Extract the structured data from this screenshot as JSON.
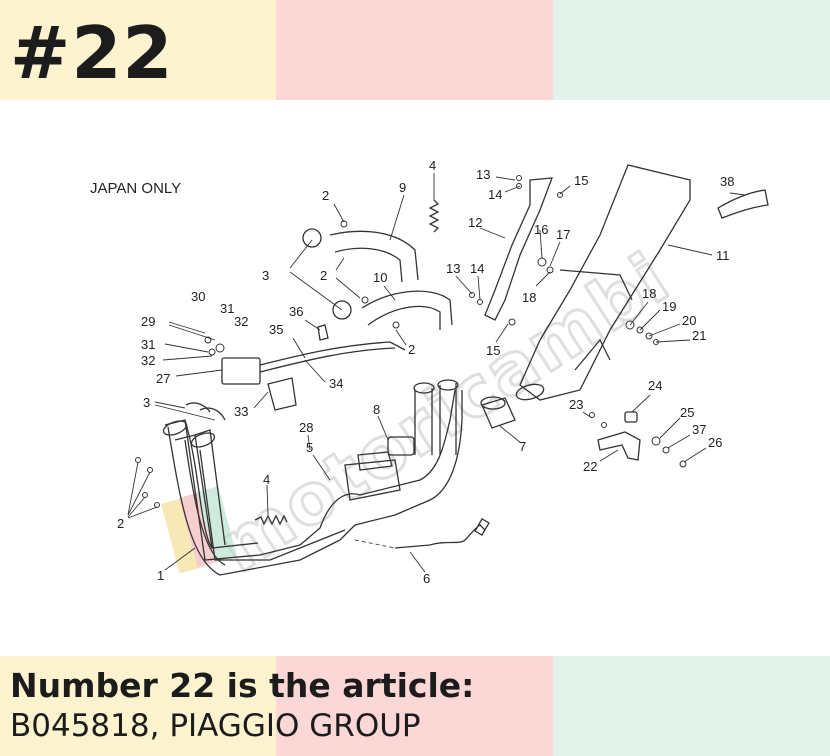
{
  "header": {
    "number_label": "#22"
  },
  "diagram": {
    "note": "JAPAN ONLY",
    "watermark": "motoricambi",
    "callouts": [
      {
        "id": "c4a",
        "label": "4"
      },
      {
        "id": "c13a",
        "label": "13"
      },
      {
        "id": "c14a",
        "label": "14"
      },
      {
        "id": "c15a",
        "label": "15"
      },
      {
        "id": "c38",
        "label": "38"
      },
      {
        "id": "c2a",
        "label": "2"
      },
      {
        "id": "c9",
        "label": "9"
      },
      {
        "id": "c12",
        "label": "12"
      },
      {
        "id": "c16",
        "label": "16"
      },
      {
        "id": "c17",
        "label": "17"
      },
      {
        "id": "c11",
        "label": "11"
      },
      {
        "id": "c3a",
        "label": "3"
      },
      {
        "id": "c2b",
        "label": "2"
      },
      {
        "id": "c10",
        "label": "10"
      },
      {
        "id": "c13b",
        "label": "13"
      },
      {
        "id": "c14b",
        "label": "14"
      },
      {
        "id": "c18a",
        "label": "18"
      },
      {
        "id": "c18b",
        "label": "18"
      },
      {
        "id": "c19",
        "label": "19"
      },
      {
        "id": "c20",
        "label": "20"
      },
      {
        "id": "c21",
        "label": "21"
      },
      {
        "id": "c30",
        "label": "30"
      },
      {
        "id": "c31a",
        "label": "31"
      },
      {
        "id": "c32a",
        "label": "32"
      },
      {
        "id": "c29",
        "label": "29"
      },
      {
        "id": "c36",
        "label": "36"
      },
      {
        "id": "c35",
        "label": "35"
      },
      {
        "id": "c2c",
        "label": "2"
      },
      {
        "id": "c15b",
        "label": "15"
      },
      {
        "id": "c31b",
        "label": "31"
      },
      {
        "id": "c32b",
        "label": "32"
      },
      {
        "id": "c27",
        "label": "27"
      },
      {
        "id": "c34",
        "label": "34"
      },
      {
        "id": "c24",
        "label": "24"
      },
      {
        "id": "c3b",
        "label": "3"
      },
      {
        "id": "c33",
        "label": "33"
      },
      {
        "id": "c8",
        "label": "8"
      },
      {
        "id": "c23",
        "label": "23"
      },
      {
        "id": "c25",
        "label": "25"
      },
      {
        "id": "c28",
        "label": "28"
      },
      {
        "id": "c7",
        "label": "7"
      },
      {
        "id": "c37",
        "label": "37"
      },
      {
        "id": "c5",
        "label": "5"
      },
      {
        "id": "c26",
        "label": "26"
      },
      {
        "id": "c22",
        "label": "22"
      },
      {
        "id": "c4b",
        "label": "4"
      },
      {
        "id": "c2d",
        "label": "2"
      },
      {
        "id": "c1",
        "label": "1"
      },
      {
        "id": "c6",
        "label": "6"
      }
    ]
  },
  "caption": {
    "line1": "Number 22 is the article:",
    "line2": "B045818, PIAGGIO GROUP"
  }
}
